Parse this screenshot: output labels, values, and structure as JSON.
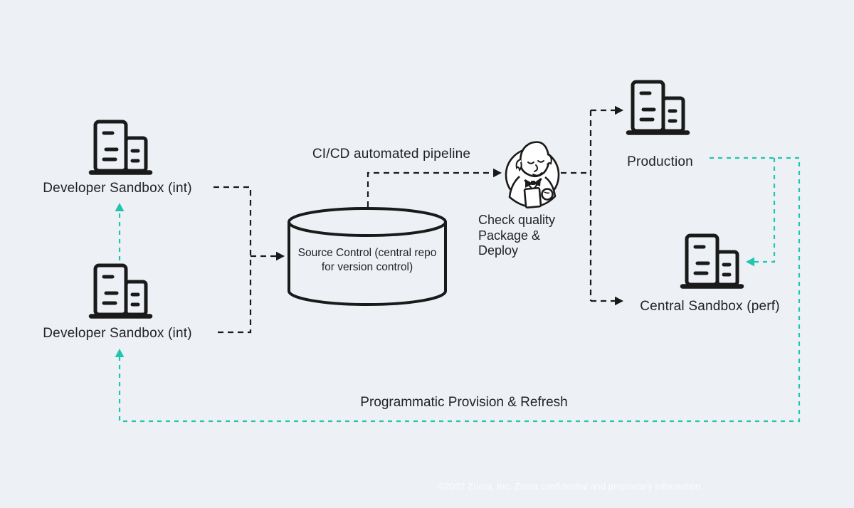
{
  "colors": {
    "background": "#edf1f5",
    "ink": "#1a1a1a",
    "accent_teal": "#20c5ad",
    "footer_text": "#ffffff"
  },
  "nodes": {
    "dev_sandbox_top": {
      "label": "Developer Sandbox (int)",
      "icon": "buildings-icon"
    },
    "dev_sandbox_bottom": {
      "label": "Developer Sandbox (int)",
      "icon": "buildings-icon"
    },
    "source_control": {
      "label": "Source Control (central repo for version control)",
      "icon": "database-cylinder-icon"
    },
    "production": {
      "label": "Production",
      "icon": "buildings-icon"
    },
    "central_sandbox": {
      "label": "Central Sandbox (perf)",
      "icon": "buildings-icon"
    },
    "jenkins": {
      "icon": "jenkins-butler-icon",
      "steps": [
        "Check quality",
        "Package &",
        "Deploy"
      ]
    }
  },
  "annotations": {
    "pipeline_label": "CI/CD automated pipeline",
    "provision_label": "Programmatic Provision & Refresh"
  },
  "footer": {
    "copyright": "©2022 Zuora, Inc. Zuora confidential and proprietary information."
  }
}
